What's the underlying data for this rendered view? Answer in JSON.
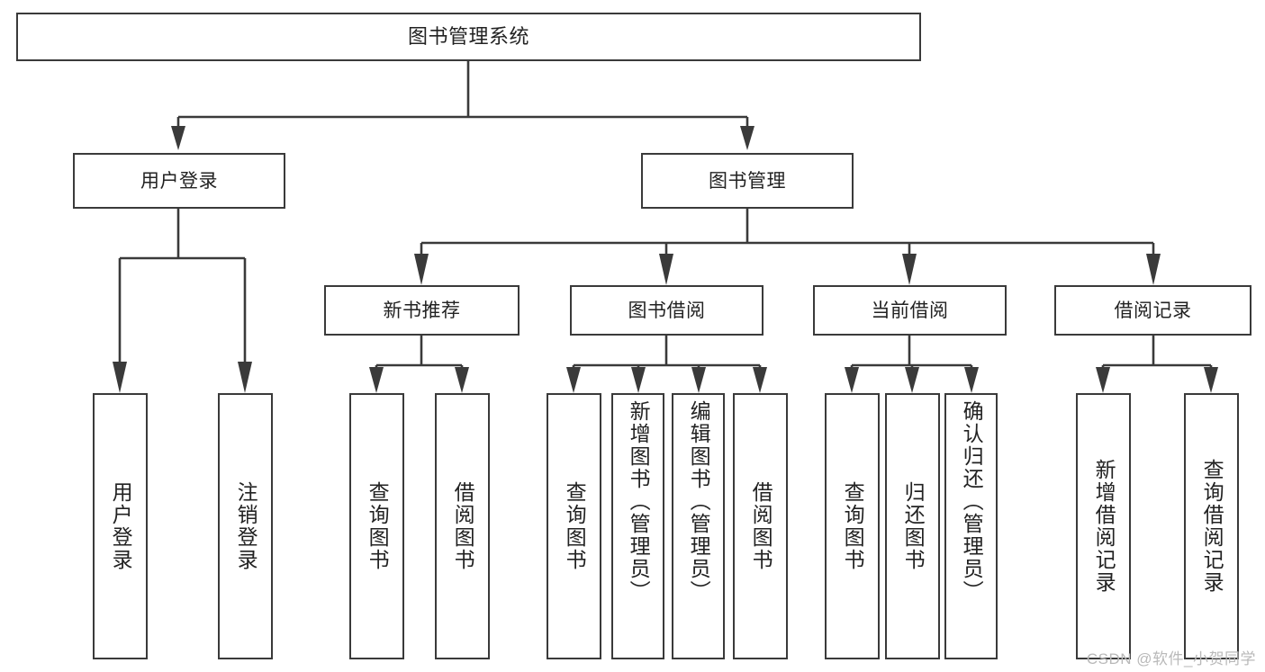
{
  "diagram": {
    "type": "tree-hierarchy",
    "title": "图书管理系统",
    "orientation": "top-down",
    "colors": {
      "stroke": "#3a3a3a",
      "fill": "#ffffff",
      "text": "#222222",
      "watermark": "#b9b9b9"
    },
    "nodes": {
      "root": {
        "label": "图书管理系统"
      },
      "level2": [
        {
          "id": "user-login",
          "label": "用户登录"
        },
        {
          "id": "book-manage",
          "label": "图书管理"
        }
      ],
      "level3": [
        {
          "id": "new-book-recommend",
          "label": "新书推荐"
        },
        {
          "id": "book-borrow",
          "label": "图书借阅"
        },
        {
          "id": "current-borrow",
          "label": "当前借阅"
        },
        {
          "id": "borrow-record",
          "label": "借阅记录"
        }
      ],
      "leaves": {
        "user-login": [
          {
            "id": "leaf-user-login",
            "label": "用户登录"
          },
          {
            "id": "leaf-user-logout",
            "label": "注销登录"
          }
        ],
        "new-book-recommend": [
          {
            "id": "leaf-query-book-1",
            "label": "查询图书"
          },
          {
            "id": "leaf-borrow-book-1",
            "label": "借阅图书"
          }
        ],
        "book-borrow": [
          {
            "id": "leaf-query-book-2",
            "label": "查询图书"
          },
          {
            "id": "leaf-add-book",
            "label": "新增图书（管理员）"
          },
          {
            "id": "leaf-edit-book",
            "label": "编辑图书（管理员）"
          },
          {
            "id": "leaf-borrow-book-2",
            "label": "借阅图书"
          }
        ],
        "current-borrow": [
          {
            "id": "leaf-query-book-3",
            "label": "查询图书"
          },
          {
            "id": "leaf-return-book",
            "label": "归还图书"
          },
          {
            "id": "leaf-confirm-return",
            "label": "确认归还（管理员）"
          }
        ],
        "borrow-record": [
          {
            "id": "leaf-add-record",
            "label": "新增借阅记录"
          },
          {
            "id": "leaf-query-record",
            "label": "查询借阅记录"
          }
        ]
      }
    },
    "watermark": "CSDN @软件_小贺同学"
  }
}
